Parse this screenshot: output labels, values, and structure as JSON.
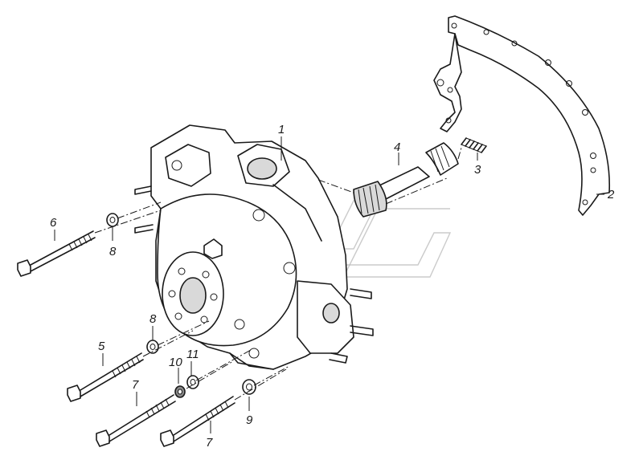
{
  "callouts": {
    "c1": "1",
    "c2": "2",
    "c3": "3",
    "c4": "4",
    "c5": "5",
    "c6": "6",
    "c7a": "7",
    "c7b": "7",
    "c8a": "8",
    "c8b": "8",
    "c9": "9",
    "c10": "10",
    "c11": "11"
  }
}
